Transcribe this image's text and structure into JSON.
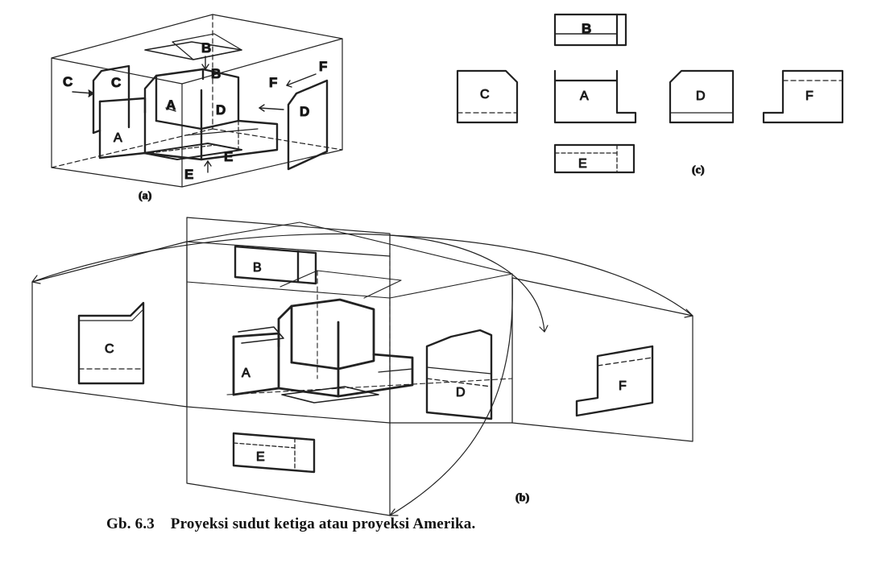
{
  "figure": {
    "caption": "Gb. 6.3    Proyeksi sudut ketiga atau proyeksi Amerika.",
    "subfigures": {
      "a": {
        "caption": "(a)",
        "labels": [
          "A",
          "B",
          "B",
          "C",
          "C",
          "D",
          "D",
          "E",
          "E",
          "F",
          "F"
        ]
      },
      "b": {
        "caption": "(b)",
        "labels": [
          "A",
          "B",
          "C",
          "D",
          "E",
          "F"
        ]
      },
      "c": {
        "caption": "(c)",
        "labels": [
          "A",
          "B",
          "C",
          "D",
          "E",
          "F"
        ]
      }
    }
  }
}
